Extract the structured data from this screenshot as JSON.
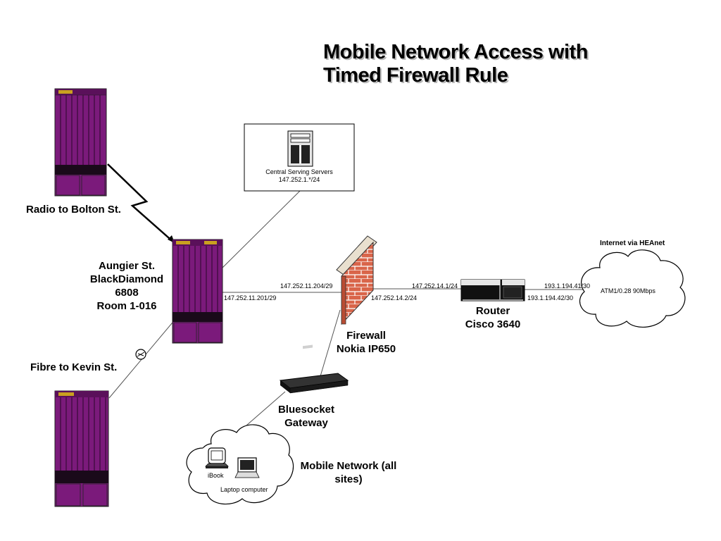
{
  "title": {
    "line1": "Mobile Network Access with",
    "line2": "Timed Firewall Rule"
  },
  "labels": {
    "radio_bolton": "Radio to Bolton St.",
    "aungier": [
      "Aungier St.",
      "BlackDiamond",
      "6808",
      "Room 1-016"
    ],
    "fibre_kevin": "Fibre to Kevin St.",
    "servers": [
      "Central Serving Servers",
      "147.252.1.*/24"
    ],
    "firewall": [
      "Firewall",
      "Nokia IP650"
    ],
    "router": [
      "Router",
      "Cisco 3640"
    ],
    "bluesocket": [
      "Bluesocket",
      "Gateway"
    ],
    "mobile_network": [
      "Mobile Network (all",
      "sites)"
    ],
    "internet": "Internet via HEAnet",
    "atm": "ATM1/0.28 90Mbps",
    "ibook": "iBook",
    "laptop": "Laptop computer"
  },
  "ips": {
    "bd_side": "147.252.11.201/29",
    "fw_inside": "147.252.11.204/29",
    "router_inside": "147.252.14.1/24",
    "fw_outside": "147.252.14.2/24",
    "router_outside_a": "193.1.194.41/30",
    "router_outside_b": "193.1.194.42/30"
  },
  "colors": {
    "switch": "#7b1a7b",
    "switch_dark": "#3a0a3a",
    "brick": "#d9654a",
    "mortar": "#ffffff"
  },
  "icons": [
    "switch-chassis-icon",
    "server-icon",
    "firewall-wall-icon",
    "router-icon",
    "gateway-icon",
    "cloud-icon",
    "lightning-icon",
    "fibre-connector-icon",
    "ibook-icon",
    "laptop-icon"
  ]
}
